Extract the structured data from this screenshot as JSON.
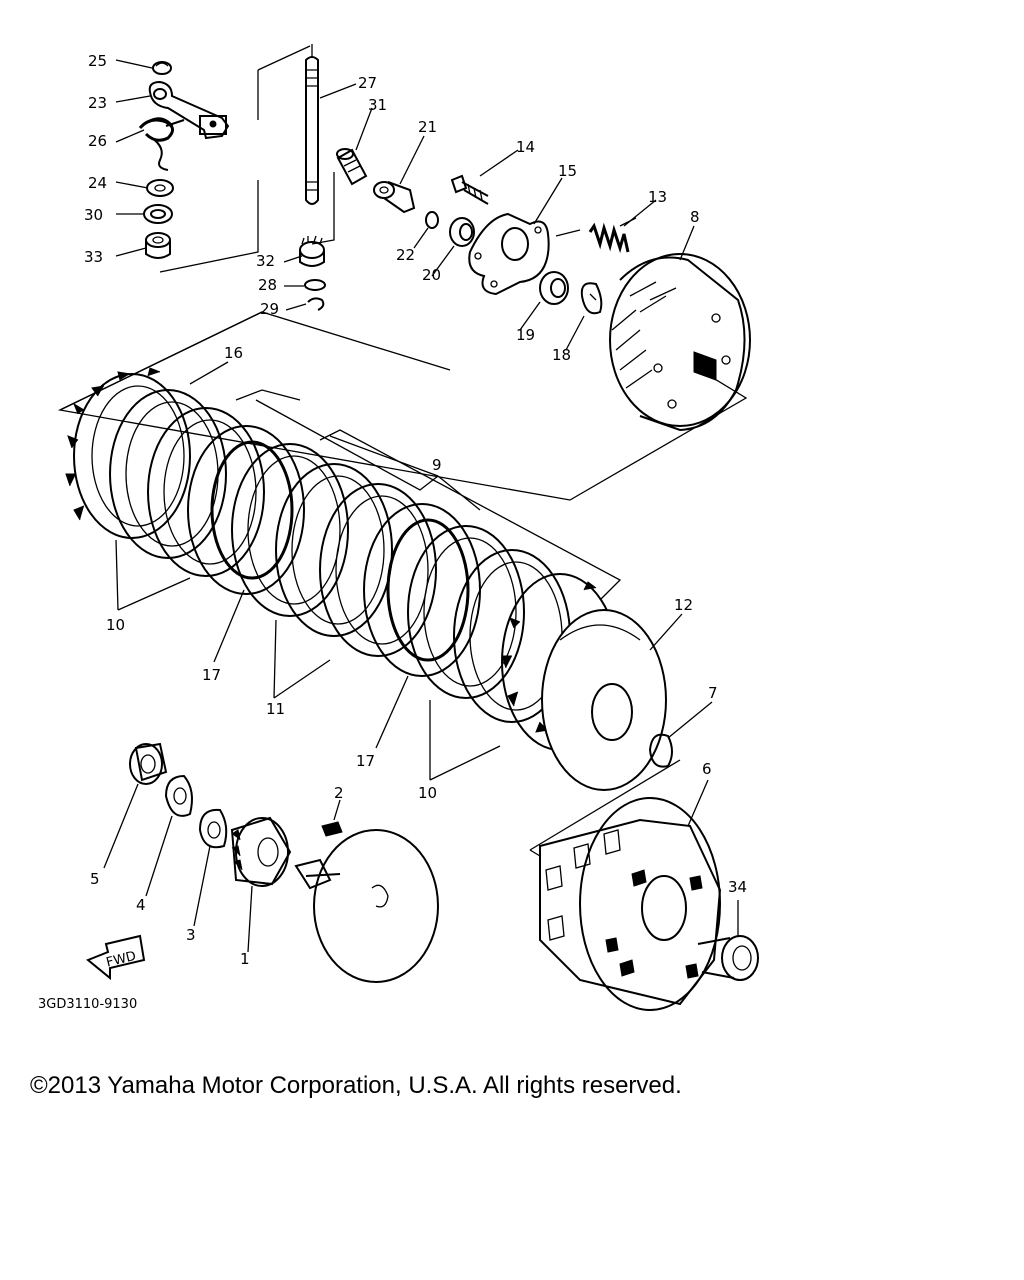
{
  "diagram": {
    "figure_code": "3GD3110-9130",
    "fwd_label": "FWD",
    "callouts": [
      {
        "id": "c25",
        "text": "25"
      },
      {
        "id": "c23",
        "text": "23"
      },
      {
        "id": "c26",
        "text": "26"
      },
      {
        "id": "c24",
        "text": "24"
      },
      {
        "id": "c30",
        "text": "30"
      },
      {
        "id": "c33",
        "text": "33"
      },
      {
        "id": "c27",
        "text": "27"
      },
      {
        "id": "c31",
        "text": "31"
      },
      {
        "id": "c21",
        "text": "21"
      },
      {
        "id": "c14",
        "text": "14"
      },
      {
        "id": "c15",
        "text": "15"
      },
      {
        "id": "c13",
        "text": "13"
      },
      {
        "id": "c8",
        "text": "8"
      },
      {
        "id": "c22",
        "text": "22"
      },
      {
        "id": "c20",
        "text": "20"
      },
      {
        "id": "c32",
        "text": "32"
      },
      {
        "id": "c28",
        "text": "28"
      },
      {
        "id": "c29",
        "text": "29"
      },
      {
        "id": "c19",
        "text": "19"
      },
      {
        "id": "c18",
        "text": "18"
      },
      {
        "id": "c16",
        "text": "16"
      },
      {
        "id": "c9",
        "text": "9"
      },
      {
        "id": "c10a",
        "text": "10"
      },
      {
        "id": "c17a",
        "text": "17"
      },
      {
        "id": "c11",
        "text": "11"
      },
      {
        "id": "c12",
        "text": "12"
      },
      {
        "id": "c7",
        "text": "7"
      },
      {
        "id": "c17b",
        "text": "17"
      },
      {
        "id": "c10b",
        "text": "10"
      },
      {
        "id": "c6",
        "text": "6"
      },
      {
        "id": "c2",
        "text": "2"
      },
      {
        "id": "c5",
        "text": "5"
      },
      {
        "id": "c4",
        "text": "4"
      },
      {
        "id": "c3",
        "text": "3"
      },
      {
        "id": "c1",
        "text": "1"
      },
      {
        "id": "c34",
        "text": "34"
      }
    ]
  },
  "footer": {
    "copyright": "©2013 Yamaha Motor Corporation, U.S.A. All rights reserved."
  }
}
